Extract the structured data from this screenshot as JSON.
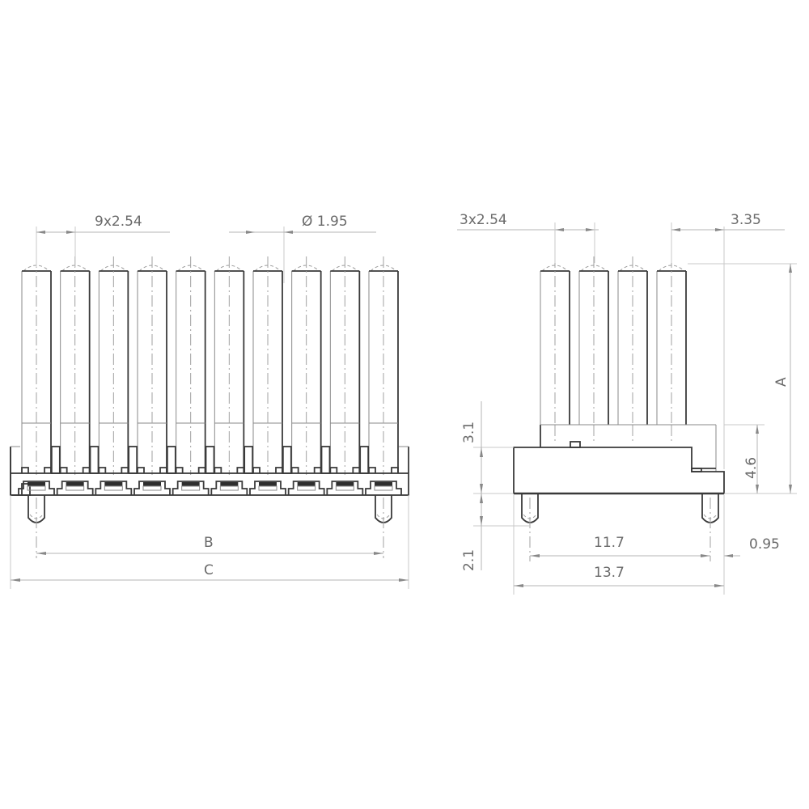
{
  "drawing": {
    "type": "technical dimension drawing",
    "subject": "pin header connector, 10-pin front view and 4-row side view",
    "colors": {
      "outline": "#3a3a3a",
      "dimension": "#b5b5b5",
      "text": "#6a6a6a",
      "background": "#ffffff"
    }
  },
  "front_view": {
    "pin_count": 10,
    "pitch_label": "9x2.54",
    "diameter_label": "Ø 1.95",
    "dimension_b_label": "B",
    "dimension_c_label": "C"
  },
  "side_view": {
    "pin_count": 4,
    "pitch_label": "3x2.54",
    "offset_label": "3.35",
    "height_a_label": "A",
    "height_46_label": "4.6",
    "height_31_label": "3.1",
    "lead_21_label": "2.1",
    "width_117_label": "11.7",
    "width_137_label": "13.7",
    "edge_095_label": "0.95"
  }
}
